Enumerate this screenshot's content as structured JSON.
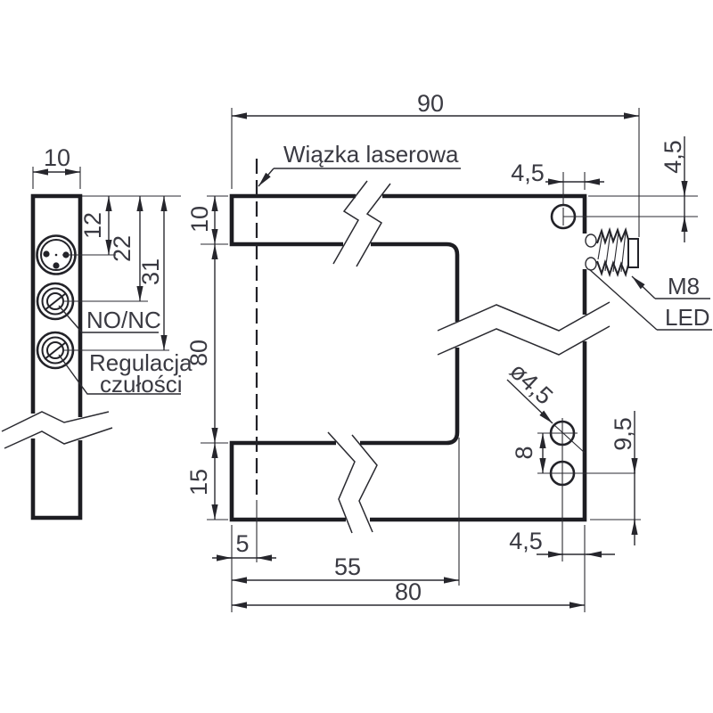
{
  "colors": {
    "background": "#ffffff",
    "line": "#1d1d22",
    "thin_line": "#2a2a30",
    "text": "#3a3a42"
  },
  "side_view": {
    "dim_width": "10",
    "dim_to_connector": "12",
    "dim_to_pot1": "22",
    "dim_to_pot2": "31",
    "label_pot1": "NO/NC",
    "label_pot2_line1": "Regulacja",
    "label_pot2_line2": "czułości"
  },
  "front_view": {
    "dim_overall_width": "90",
    "label_laser": "Wiązka laserowa",
    "dim_hole_offset_top": "4,5",
    "dim_hole_offset_right": "4,5",
    "dim_arm_top": "10",
    "dim_slot_height": "80",
    "dim_arm_bottom": "15",
    "dim_laser_offset": "5",
    "dim_slot_depth": "55",
    "dim_body_width": "80",
    "dim_hole_offset_bottom": "4,5",
    "dim_hole_diameter": "ø4,5",
    "dim_hole_pitch": "8",
    "dim_hole_to_bottom": "9,5",
    "label_connector": "M8",
    "label_led": "LED"
  }
}
